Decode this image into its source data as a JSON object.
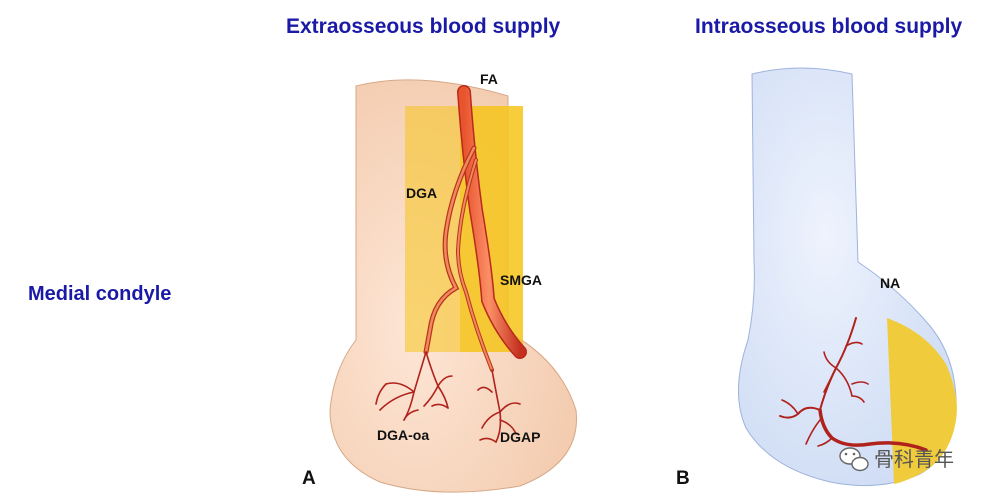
{
  "headings": {
    "extraosseous": "Extraosseous blood supply",
    "intraosseous": "Intraosseous blood supply",
    "row": "Medial condyle"
  },
  "panel_a": {
    "letter": "A",
    "labels": {
      "fa": "FA",
      "dga": "DGA",
      "smga": "SMGA",
      "dga_oa": "DGA-oa",
      "dgap": "DGAP"
    }
  },
  "panel_b": {
    "letter": "B",
    "labels": {
      "na": "NA"
    }
  },
  "watermark": {
    "text": "骨科青年",
    "icon": "wechat-icon"
  },
  "colors": {
    "heading": "#1a1aa6",
    "bone_a": "#f8d6bd",
    "bone_b": "#d8e4f8",
    "highlight": "#f5c51e",
    "vessel": "#c1241e"
  }
}
